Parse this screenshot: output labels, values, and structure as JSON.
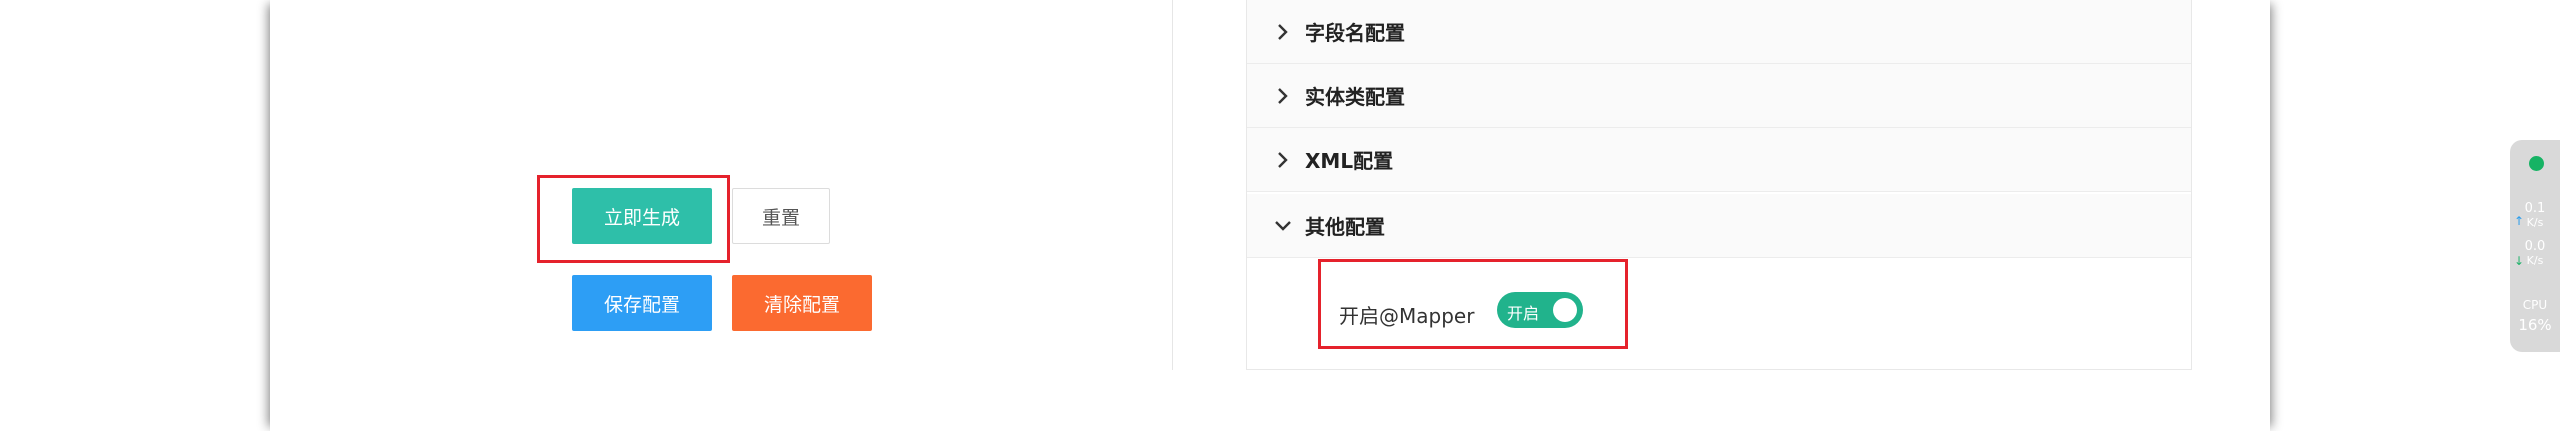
{
  "left_panel": {
    "generate_label": "立即生成",
    "reset_label": "重置",
    "save_label": "保存配置",
    "clear_label": "清除配置"
  },
  "collapse": {
    "items": [
      {
        "title": "字段名配置",
        "expanded": false
      },
      {
        "title": "实体类配置",
        "expanded": false
      },
      {
        "title": "XML配置",
        "expanded": false
      },
      {
        "title": "其他配置",
        "expanded": true
      }
    ],
    "other": {
      "mapper_label": "开启@Mapper",
      "toggle_text": "开启",
      "toggle_on": true
    }
  },
  "net_widget": {
    "upload_value": "0.1",
    "upload_unit": "K/s",
    "download_value": "0.0",
    "download_unit": "K/s",
    "cpu_label": "CPU",
    "cpu_value": "16%"
  },
  "colors": {
    "generate": "#2ebfa9",
    "save": "#2d9ef5",
    "clear": "#fb6a30",
    "toggle": "#21b38c",
    "highlight": "#e5222c"
  }
}
